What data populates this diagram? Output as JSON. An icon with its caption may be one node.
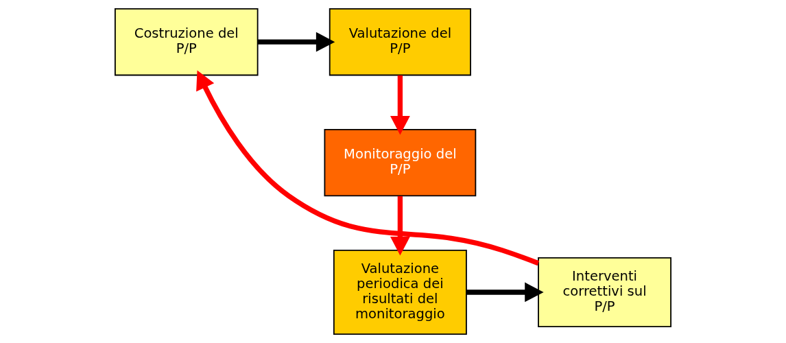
{
  "diagram": {
    "nodes": [
      {
        "text": [
          "Costruzione del P/P"
        ]
      },
      {
        "text": [
          "Valutazione del P/P"
        ]
      },
      {
        "text": [
          "Monitoraggio del P/P"
        ]
      },
      {
        "text": [
          "Valutazione periodica dei risultati del monitoraggio"
        ]
      },
      {
        "text": [
          "Interventi correttivi sul P/P"
        ]
      }
    ],
    "edges": [
      {
        "from": 0,
        "to": 1,
        "arrow": "to",
        "color": "#000000"
      },
      {
        "from": 1,
        "to": 2,
        "arrow": "to",
        "color": "#ff0000"
      },
      {
        "from": 2,
        "to": 3,
        "arrow": "to",
        "color": "#ff0000"
      },
      {
        "from": 3,
        "to": 4,
        "arrow": "to",
        "color": "#000000"
      },
      {
        "from": 4,
        "to": 0,
        "arrow": "to",
        "color": "#ff0000"
      }
    ]
  }
}
